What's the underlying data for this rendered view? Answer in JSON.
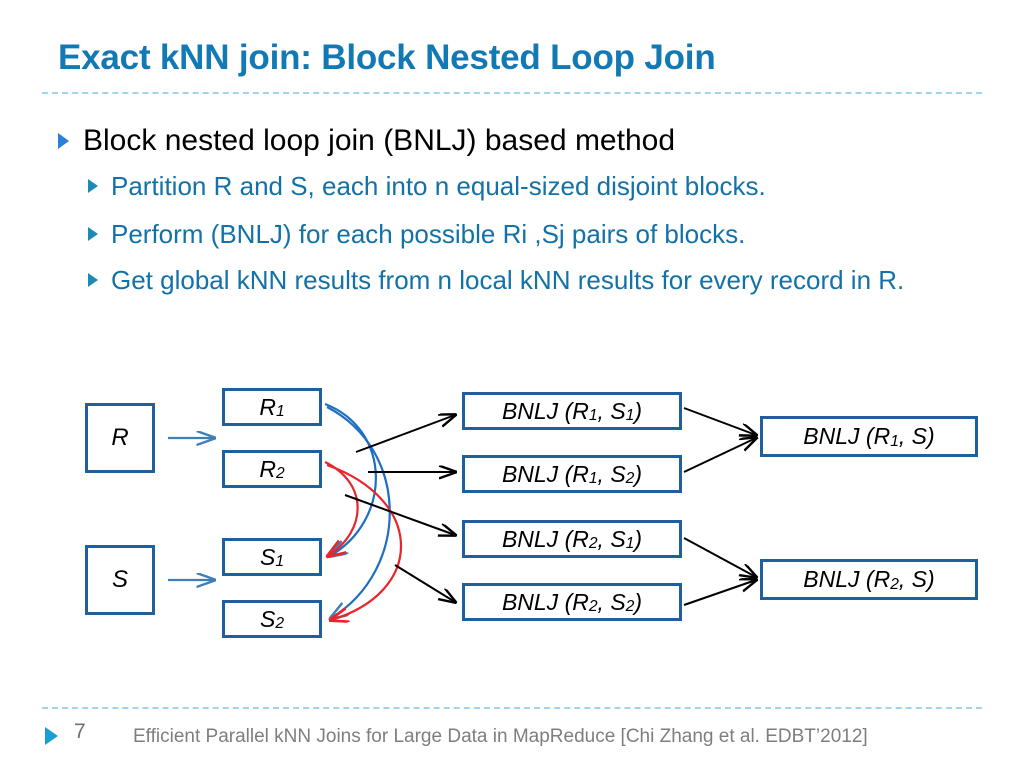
{
  "slide": {
    "title": "Exact kNN join: Block Nested Loop Join",
    "title_color": "#1279b5"
  },
  "bullets": {
    "level1": "Block nested loop join (BNLJ) based method",
    "level2": [
      "Partition R and S, each into n equal-sized disjoint blocks.",
      "Perform (BNLJ) for each possible Ri ,Sj pairs of blocks.",
      "Get global kNN results from n local kNN results for every record in R."
    ]
  },
  "diagram": {
    "sources": [
      {
        "id": "R",
        "label": "R"
      },
      {
        "id": "S",
        "label": "S"
      }
    ],
    "partitions": [
      {
        "id": "R1",
        "base": "R",
        "sub": "1"
      },
      {
        "id": "R2",
        "base": "R",
        "sub": "2"
      },
      {
        "id": "S1",
        "base": "S",
        "sub": "1"
      },
      {
        "id": "S2",
        "base": "S",
        "sub": "2"
      }
    ],
    "local_joins": [
      {
        "id": "M1",
        "prefix": "BNLJ (R",
        "sub1": "1",
        "mid": ",  S",
        "sub2": "1",
        "suffix": ")"
      },
      {
        "id": "M2",
        "prefix": "BNLJ (R",
        "sub1": "1",
        "mid": ",  S",
        "sub2": "2",
        "suffix": ")"
      },
      {
        "id": "M3",
        "prefix": "BNLJ (R",
        "sub1": "2",
        "mid": ",  S",
        "sub2": "1",
        "suffix": ")"
      },
      {
        "id": "M4",
        "prefix": "BNLJ (R",
        "sub1": "2",
        "mid": ",  S",
        "sub2": "2",
        "suffix": ")"
      }
    ],
    "global_joins": [
      {
        "id": "O1",
        "prefix": "BNLJ (R",
        "sub1": "1",
        "suffix": ",  S)"
      },
      {
        "id": "O2",
        "prefix": "BNLJ (R",
        "sub1": "2",
        "suffix": ",  S)"
      }
    ],
    "colors": {
      "box_border": "#1f5f9e",
      "split_arrow": "#3f7fb5",
      "blue_curve": "#1f6fc0",
      "red_curve": "#e8252a",
      "black_arrow": "#000000"
    }
  },
  "footer": {
    "page_number": "7",
    "citation": "Efficient Parallel kNN Joins for Large Data in MapReduce  [Chi Zhang et al.  EDBT’2012]"
  }
}
